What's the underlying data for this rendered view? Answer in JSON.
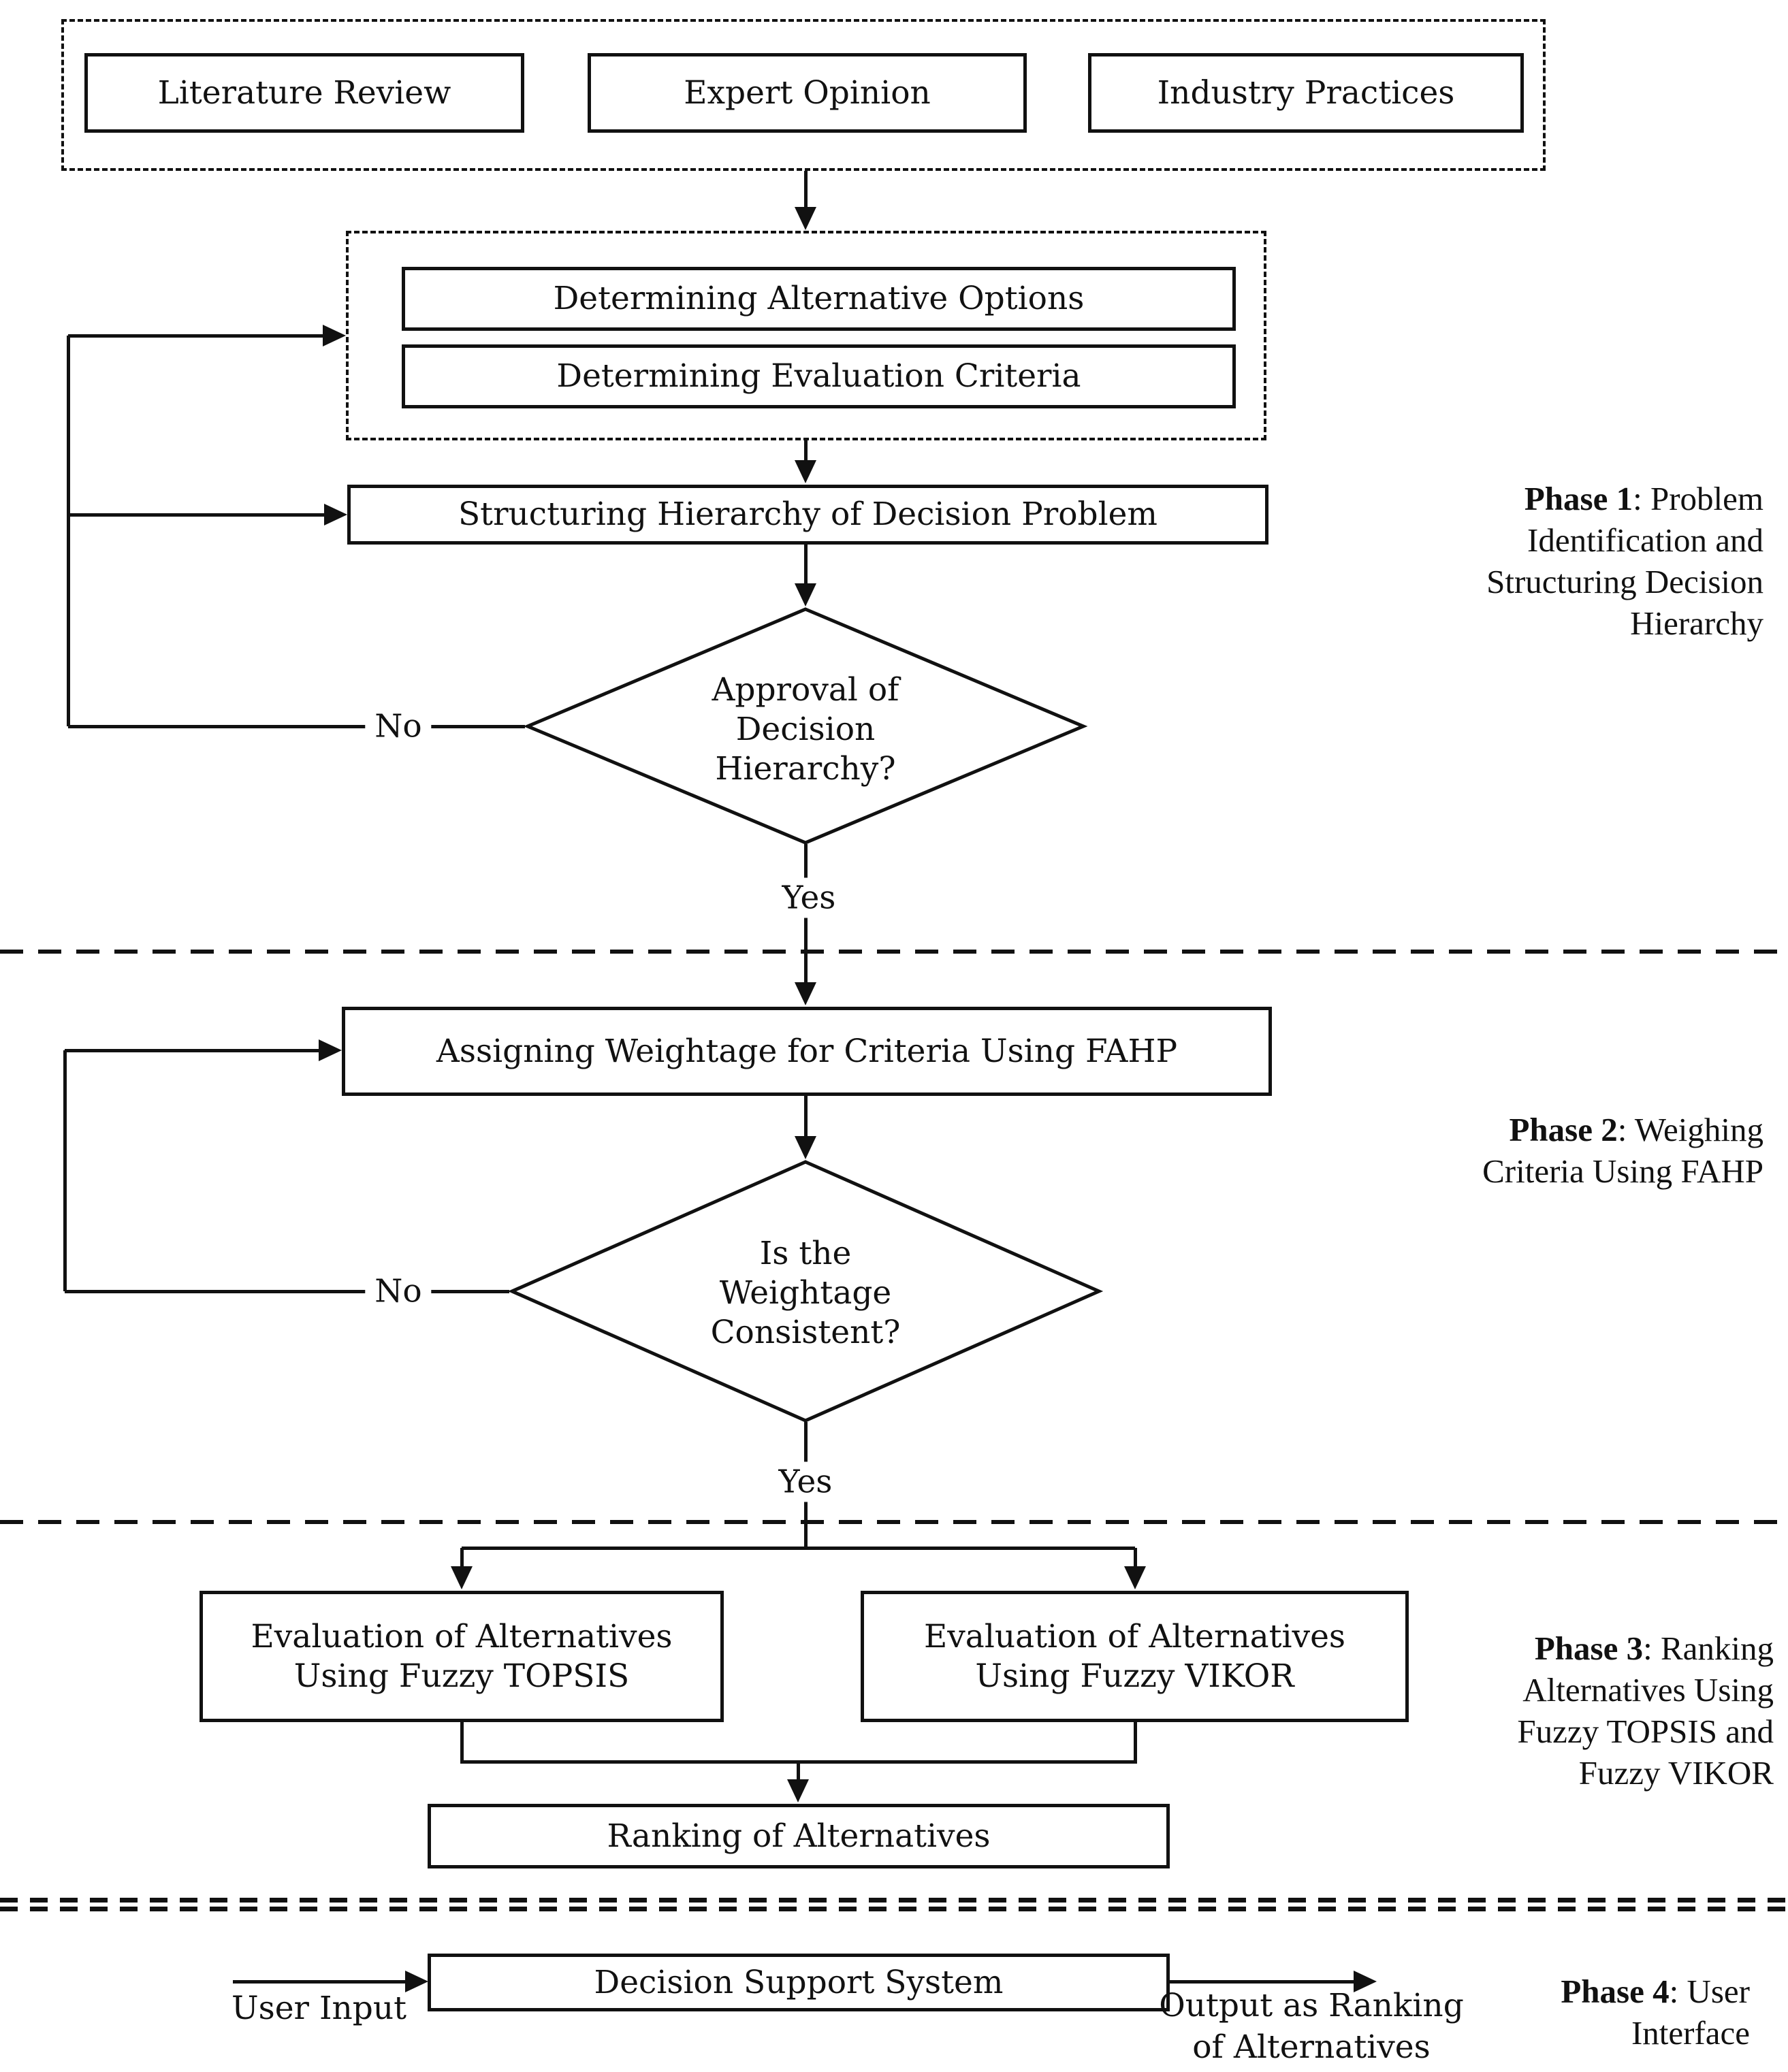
{
  "sources": {
    "literature": "Literature Review",
    "expert": "Expert Opinion",
    "industry": "Industry Practices"
  },
  "phase1": {
    "determining_options": "Determining Alternative Options",
    "determining_criteria": "Determining Evaluation Criteria",
    "structuring": "Structuring Hierarchy of Decision Problem",
    "decision": {
      "line1": "Approval of",
      "line2": "Decision",
      "line3": "Hierarchy?"
    },
    "no": "No",
    "yes": "Yes",
    "label": {
      "title": "Phase 1",
      "line1_rest": ": Problem",
      "line2": "Identification and",
      "line3": "Structuring Decision",
      "line4": "Hierarchy"
    }
  },
  "phase2": {
    "assigning": "Assigning Weightage for Criteria Using FAHP",
    "decision": {
      "line1": "Is the",
      "line2": "Weightage",
      "line3": "Consistent?"
    },
    "no": "No",
    "yes": "Yes",
    "label": {
      "title": "Phase 2",
      "line1_rest": ": Weighing",
      "line2": "Criteria Using FAHP"
    }
  },
  "phase3": {
    "topsis": {
      "line1": "Evaluation of Alternatives",
      "line2": "Using Fuzzy TOPSIS"
    },
    "vikor": {
      "line1": "Evaluation of Alternatives",
      "line2": "Using Fuzzy VIKOR"
    },
    "ranking": "Ranking of Alternatives",
    "label": {
      "title": "Phase 3",
      "line1_rest": ": Ranking",
      "line2": "Alternatives Using",
      "line3": "Fuzzy TOPSIS and",
      "line4": "Fuzzy VIKOR"
    }
  },
  "phase4": {
    "dss": "Decision Support System",
    "user_input": "User Input",
    "output": {
      "line1": "Output as Ranking",
      "line2": "of Alternatives"
    },
    "label": {
      "title": "Phase 4",
      "line1_rest": ": User",
      "line2": "Interface"
    }
  },
  "colors": {
    "ink": "#111111",
    "background": "#ffffff"
  }
}
